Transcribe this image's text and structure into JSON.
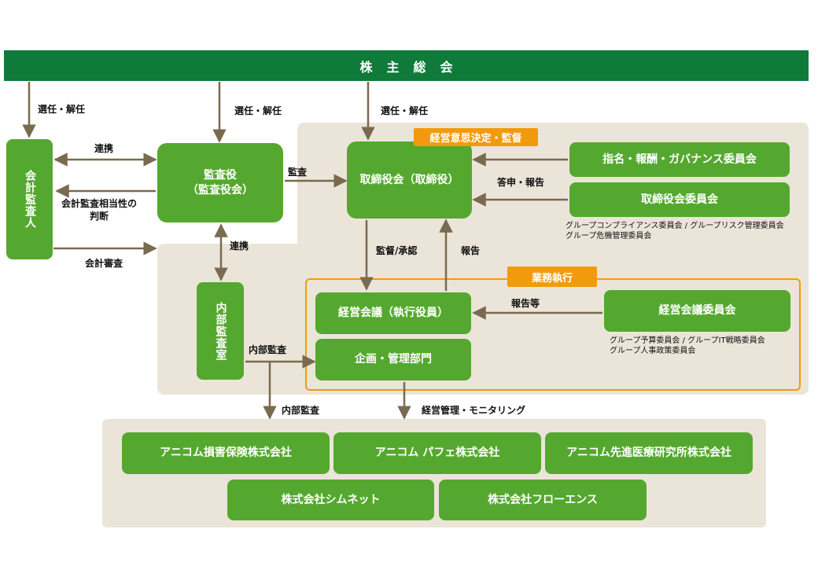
{
  "banner": "株主総会",
  "tags": {
    "decision": "経営意思決定・監督",
    "execution": "業務執行"
  },
  "boxes": {
    "accounting_auditor": "会計監査人",
    "auditor": "監査役\n（監査役会）",
    "board": "取締役会（取締役）",
    "nomination_committee": "指名・報酬・ガバナンス委員会",
    "board_committee": "取締役会委員会",
    "internal_audit": "内部監査室",
    "management_meeting": "経営会議（執行役員）",
    "planning": "企画・管理部門",
    "mgmt_committee": "経営会議委員会"
  },
  "subsidiaries": [
    "アニコム損害保険株式会社",
    "アニコム パフェ株式会社",
    "アニコム先進医療研究所株式会社",
    "株式会社シムネット",
    "株式会社フローエンス"
  ],
  "notes": {
    "board_committee_line1": "グループコンプライアンス委員会 / グループリスク管理委員会",
    "board_committee_line2": "グループ危機管理委員会",
    "mgmt_committee_line1": "グループ予算委員会 / グループIT戦略委員会",
    "mgmt_committee_line2": "グループ人事政策委員会"
  },
  "labels": {
    "appoint1": "選任・解任",
    "appoint2": "選任・解任",
    "appoint3": "選任・解任",
    "cooperation1": "連携",
    "judgment": "会計監査相当性の\n判断",
    "accounting_audit": "会計審査",
    "audit": "監査",
    "report_answer": "答申・報告",
    "cooperation2": "連携",
    "supervise": "監督/承認",
    "report": "報告",
    "report_etc": "報告等",
    "internal_audit1": "内部監査",
    "internal_audit2": "内部監査",
    "mgmt_monitoring": "経営管理・モニタリング"
  },
  "colors": {
    "banner": "#0f7a3a",
    "box": "#55a82f",
    "tag": "#f29a0e",
    "background": "#ebe5d9",
    "arrow": "#7a6a4f",
    "execution_border": "#f29a0e"
  }
}
